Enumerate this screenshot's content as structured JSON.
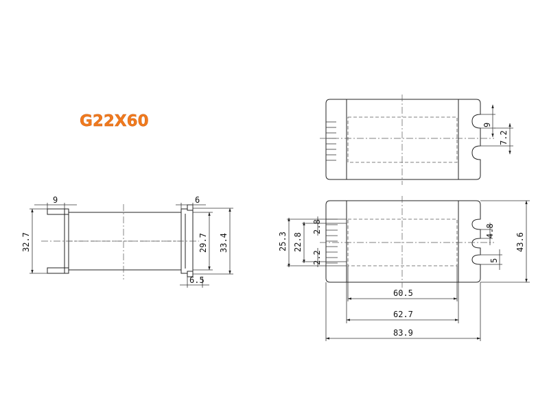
{
  "title": "G22X60",
  "side_view": {
    "dims": {
      "flange_width": "9",
      "flange_right": "6",
      "height_overall": "32.7",
      "inner_height": "29.7",
      "outer_height": "33.4",
      "bottom_tab": "6.5"
    }
  },
  "top_view": {
    "dims": {
      "slot_width": "9",
      "slot_offset": "7.2"
    }
  },
  "front_view": {
    "dims": {
      "height_a": "25.3",
      "height_b": "22.8",
      "pin_gap_top": "2.8",
      "pin_gap_bottom": "2.2",
      "pin_pitch": "4.8",
      "slot_depth": "5",
      "total_height": "43.6",
      "inner_length": "60.5",
      "mid_length": "62.7",
      "total_length": "83.9"
    }
  },
  "colors": {
    "title_fill": "#f07a1e",
    "line": "#222222"
  }
}
